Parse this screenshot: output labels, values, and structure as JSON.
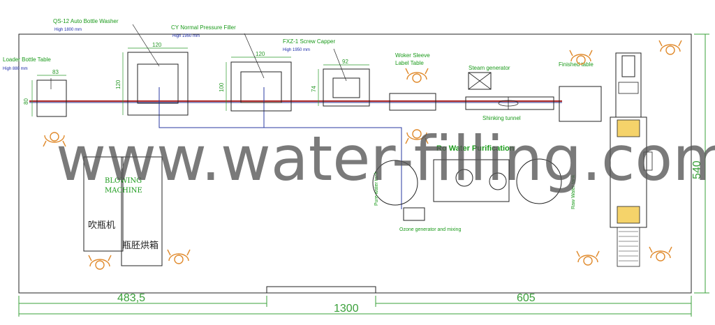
{
  "labels": {
    "washer": "QS-12 Auto Bottle Washer",
    "washer_height": "High 1800 mm",
    "filler": "CY Normal Pressure Filler",
    "filler_height": "High 1950 mm",
    "capper": "FXZ-1 Screw Capper",
    "capper_height": "High 1950 mm",
    "loader": "Loader Bottle Table",
    "loader_height": "High 880 mm",
    "sleeve_table": "Woker Sleeve\nLabel Table",
    "steam": "Steam generator",
    "finished": "Finished table",
    "shrinking": "Shinking tunnel",
    "ro": "Ro Water Purification",
    "blowing": "BLOWING\nMACHINE",
    "pure_tank": "Pure water tank",
    "raw_tank": "Raw Water tank",
    "ozone": "Ozone generator and mixing",
    "cn_blow": "吹瓶机",
    "cn_oven": "瓶胚烘箱",
    "watermark": "www.water-filling.com"
  },
  "dims": {
    "washer_w": "120",
    "washer_h": "120",
    "filler_w": "120",
    "filler_h": "100",
    "capper_w": "92",
    "capper_h": "74",
    "loader_w": "83",
    "loader_h": "80",
    "left": "483,5",
    "right": "605",
    "total": "1300",
    "height": "540"
  },
  "colors": {
    "line": "#222222",
    "green": "#1a9a1a",
    "blue": "#1a2aa8",
    "conveyor_red": "#b03030",
    "worker": "#e08a2c",
    "yellow": "#f5d36a"
  }
}
